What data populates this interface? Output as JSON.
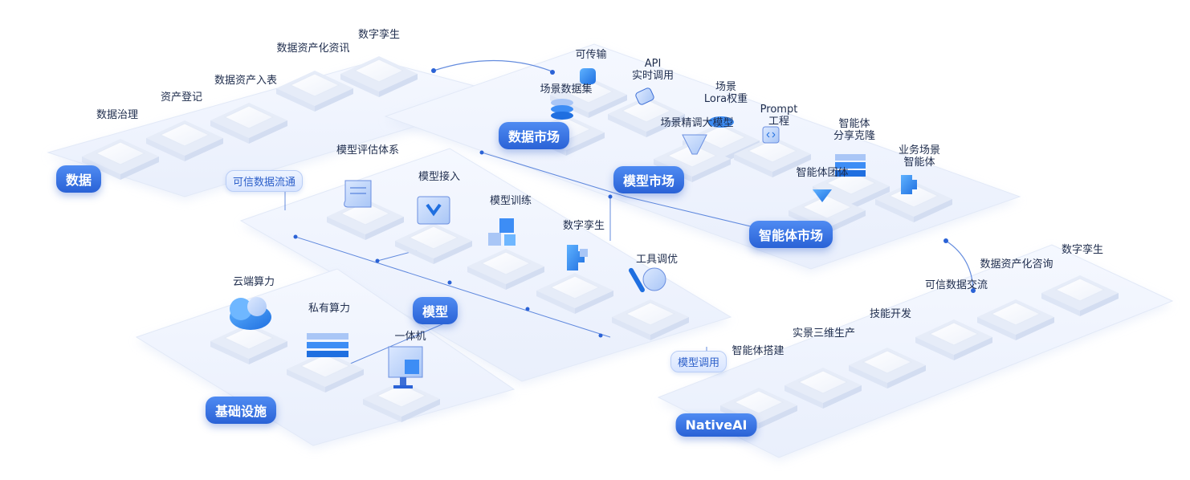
{
  "sections": {
    "data": "数据",
    "model": "模型",
    "infra": "基础设施",
    "data_market": "数据市场",
    "model_market": "模型市场",
    "agent_market": "智能体市场",
    "native_ai": "NativeAI"
  },
  "connectors": {
    "trusted_data_flow": "可信数据流通",
    "model_call": "模型调用"
  },
  "data_items": {
    "governance": "数据治理",
    "registration": "资产登记",
    "asset_entry": "数据资产入表",
    "consulting": "数据资产化资讯",
    "twin": "数字孪生"
  },
  "data_market_items": {
    "transferable": "可传输",
    "scene_dataset": "场景数据集"
  },
  "model_market_items": {
    "api": "API\n实时调用",
    "lora": "场景\nLora权重",
    "finetune": "场景精调大模型",
    "prompt": "Prompt\n工程"
  },
  "agent_market_items": {
    "share_clone": "智能体\n分享克隆",
    "business_agent": "业务场景\n智能体",
    "agent_team": "智能体团体"
  },
  "model_items": {
    "eval": "模型评估体系",
    "access": "模型接入",
    "training": "模型训练",
    "twin": "数字孪生",
    "tuning": "工具调优"
  },
  "infra_items": {
    "cloud": "云端算力",
    "private": "私有算力",
    "all_in_one": "一体机"
  },
  "native_items": {
    "agent_build": "智能体搭建",
    "real_3d": "实景三维生产",
    "skill_dev": "技能开发",
    "trusted_exchange": "可信数据交流",
    "consulting": "数据资产化咨询",
    "twin": "数字孪生"
  },
  "colors": {
    "accent": "#2a62d6",
    "accent_light": "#4f8bf2",
    "cube_top": "#f4f7ff",
    "platform": "#eef3fd",
    "line": "#3d6fd6"
  }
}
